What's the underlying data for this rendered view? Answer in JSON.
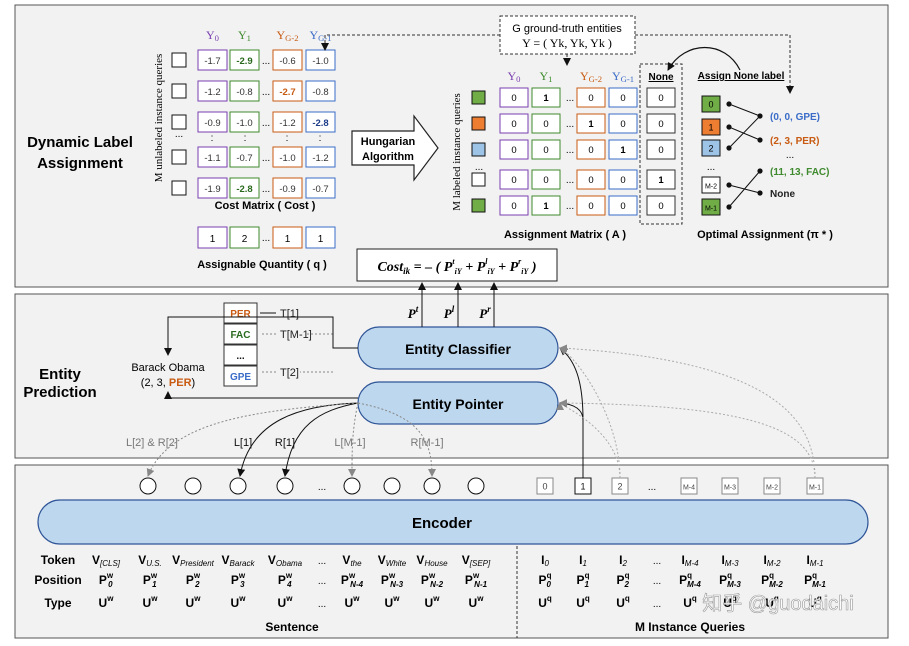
{
  "colors": {
    "purple": "#7a3fb0",
    "green": "#3f8a2e",
    "orange": "#c85a11",
    "blue": "#3a6cc8",
    "panel": "#f2f2f2",
    "module": "#bdd7ee",
    "moduleStroke": "#2f5597",
    "greenFill": "#70ad47",
    "orangeFill": "#ed7d31",
    "blueFill": "#9dc3e6"
  },
  "top": {
    "section_label": [
      "Dynamic Label",
      "Assignment"
    ],
    "cost_cols": [
      "Y0",
      "Y1",
      "YG-2",
      "YG-1"
    ],
    "cost_rows": [
      [
        "-1.7",
        "-2.9",
        "-0.6",
        "-1.0"
      ],
      [
        "-1.2",
        "-0.8",
        "-2.7",
        "-0.8"
      ],
      [
        "-0.9",
        "-1.0",
        "-1.2",
        "-2.8"
      ],
      [
        "-1.1",
        "-0.7",
        "-1.0",
        "-1.2"
      ],
      [
        "-1.9",
        "-2.8",
        "-0.9",
        "-0.7"
      ]
    ],
    "cost_side_label": "M unlabeled instance queries",
    "cost_caption": "Cost Matrix ( Cost )",
    "quantity": [
      "1",
      "2",
      "1",
      "1"
    ],
    "quantity_caption": "Assignable Quantity ( q )",
    "hungarian": [
      "Hungarian",
      "Algorithm"
    ],
    "gt_title": "G ground-truth entities",
    "gt_formula": "Y = ( Yk, Yk, Yk )",
    "assign_cols": [
      "Y0",
      "Y1",
      "YG-2",
      "YG-1"
    ],
    "none_header": "None",
    "assign_rows": [
      [
        "0",
        "1",
        "0",
        "0",
        "0"
      ],
      [
        "0",
        "0",
        "1",
        "0",
        "0"
      ],
      [
        "0",
        "0",
        "0",
        "1",
        "0"
      ],
      [
        "0",
        "0",
        "0",
        "0",
        "1"
      ],
      [
        "0",
        "1",
        "0",
        "0",
        "0"
      ]
    ],
    "assign_side_label": "M labeled instance queries",
    "assign_caption": "Assignment Matrix ( A )",
    "assign_none_label": "Assign None label",
    "optimal_left": [
      "0",
      "1",
      "2",
      "M-2",
      "M-1"
    ],
    "optimal_right": [
      "(0, 0, GPE)",
      "(2, 3, PER)",
      "(11, 13, FAC)",
      "None"
    ],
    "optimal_caption": "Optimal Assignment (π * )",
    "cost_formula": "Cost ik = - ( P + P + P )"
  },
  "middle": {
    "section_label": [
      "Entity",
      "Prediction"
    ],
    "classifier": "Entity Classifier",
    "pointer": "Entity Pointer",
    "p_labels": [
      "P t",
      "P l",
      "P r"
    ],
    "types": [
      "PER",
      "FAC",
      "...",
      "GPE"
    ],
    "t_labels": [
      "T[1]",
      "T[M-1]",
      "T[2]"
    ],
    "entity_text": [
      "Barack Obama",
      "(2, 3, PER)"
    ],
    "lr_labels": [
      "L[2] & R[2]",
      "L[1]",
      "R[1]",
      "L[M-1]",
      "R[M-1]"
    ]
  },
  "bottom": {
    "encoder": "Encoder",
    "query_indices": [
      "0",
      "1",
      "2",
      "...",
      "M-4",
      "M-3",
      "M-2",
      "M-1"
    ],
    "row_labels": [
      "Token",
      "Position",
      "Type"
    ],
    "sentence_tokens": [
      "V[CLS]",
      "VU.S.",
      "VPresident",
      "VBarack",
      "VObama",
      "...",
      "Vthe",
      "VWhite",
      "VHouse",
      "V[SEP]"
    ],
    "sentence_pos": [
      "P0",
      "P1",
      "P2",
      "P3",
      "P4",
      "...",
      "PN-4",
      "PN-3",
      "PN-2",
      "PN-1"
    ],
    "query_tokens": [
      "I0",
      "I1",
      "I2",
      "...",
      "IM-4",
      "IM-3",
      "IM-2",
      "IM-1"
    ],
    "query_pos": [
      "P0",
      "P1",
      "P2",
      "...",
      "PM-4",
      "PM-3",
      "PM-2",
      "PM-1"
    ],
    "type_w": "Uw",
    "type_q": "Uq",
    "sentence_caption": "Sentence",
    "query_caption": "M Instance Queries",
    "watermark": "知乎 @guodaichi"
  }
}
